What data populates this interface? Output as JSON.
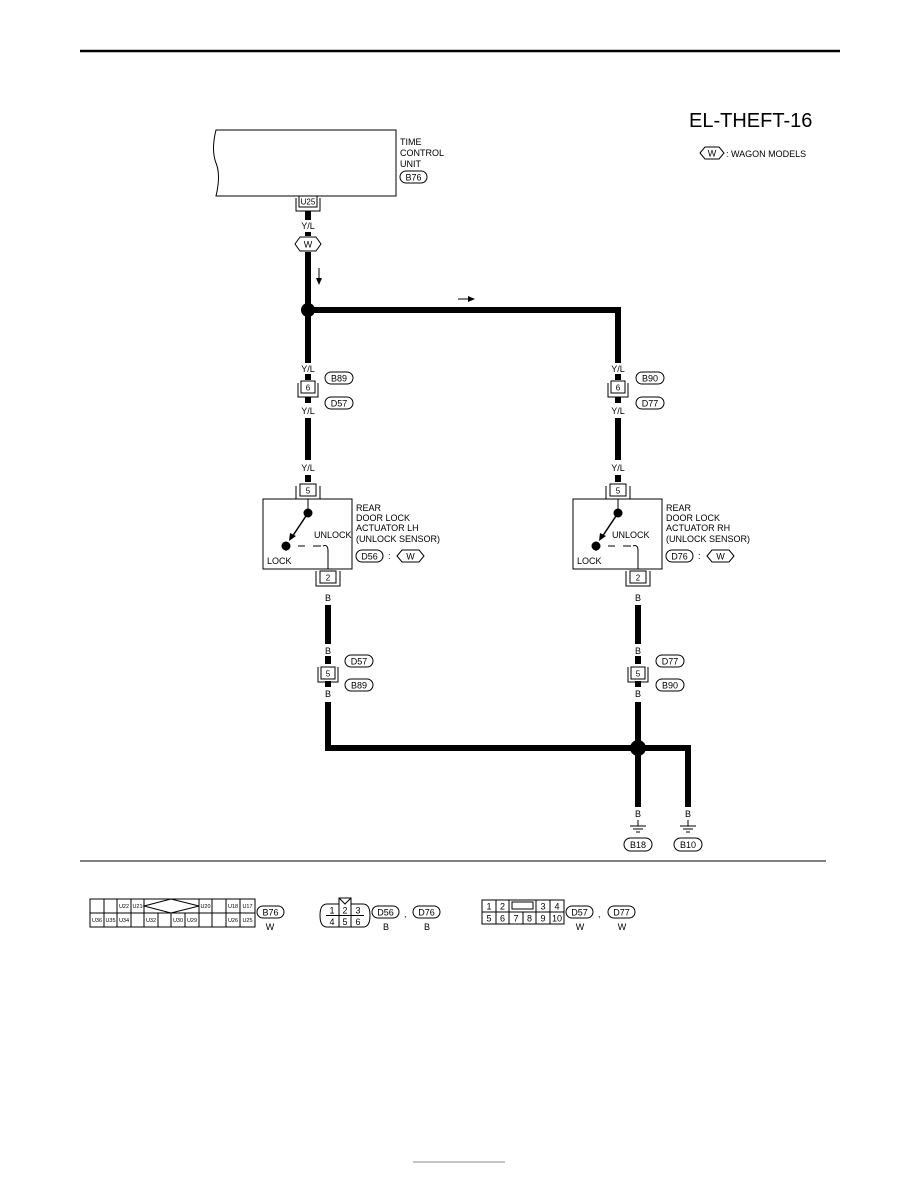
{
  "page": {
    "title": "EL-THEFT-16",
    "legend_badge": "W",
    "legend_text": ": WAGON MODELS"
  },
  "tcu": {
    "label_lines": [
      "TIME",
      "CONTROL",
      "UNIT"
    ],
    "connector_id": "B76",
    "terminal": "U25"
  },
  "wire_colors": {
    "signal": "Y/L",
    "ground": "B"
  },
  "wagon_badge": "W",
  "left_branch": {
    "upper_connectors": [
      "B89",
      "D57"
    ],
    "upper_pin": "6",
    "actuator_pin_top": "5",
    "actuator_label_lines": [
      "REAR",
      "DOOR LOCK",
      "ACTUATOR LH",
      "(UNLOCK SENSOR)"
    ],
    "actuator_connector": "D56",
    "actuator_pin_bottom": "2",
    "lower_connectors": [
      "D57",
      "B89"
    ],
    "lower_pin": "5"
  },
  "right_branch": {
    "upper_connectors": [
      "B90",
      "D77"
    ],
    "upper_pin": "6",
    "actuator_pin_top": "5",
    "actuator_label_lines": [
      "REAR",
      "DOOR LOCK",
      "ACTUATOR  RH",
      "(UNLOCK SENSOR)"
    ],
    "actuator_connector": "D76",
    "actuator_pin_bottom": "2",
    "lower_connectors": [
      "D77",
      "B90"
    ],
    "lower_pin": "5"
  },
  "switch_labels": {
    "unlock": "UNLOCK",
    "lock": "LOCK"
  },
  "grounds": [
    "B18",
    "B10"
  ],
  "colon": ":",
  "connector_views": {
    "b76": {
      "top_row": [
        "",
        "",
        "U22",
        "U21",
        "U20",
        "",
        "U18",
        "U17"
      ],
      "bottom_row": [
        "U36",
        "U35",
        "U34",
        "",
        "U32",
        "",
        "U30",
        "U29",
        "",
        "",
        "U26",
        "U25"
      ],
      "id": "B76",
      "color": "W"
    },
    "d56_d76": {
      "top_pins": [
        "1",
        "2",
        "3"
      ],
      "bottom_pins": [
        "4",
        "5",
        "6"
      ],
      "ids": [
        "D56",
        "D76"
      ],
      "colors": [
        "B",
        "B"
      ],
      "sep": ","
    },
    "d57_d77": {
      "top_pins": [
        "1",
        "2",
        "",
        "3",
        "4"
      ],
      "bottom_pins": [
        "5",
        "6",
        "7",
        "8",
        "9",
        "10"
      ],
      "ids": [
        "D57",
        "D77"
      ],
      "colors": [
        "W",
        "W"
      ],
      "sep": ","
    }
  }
}
